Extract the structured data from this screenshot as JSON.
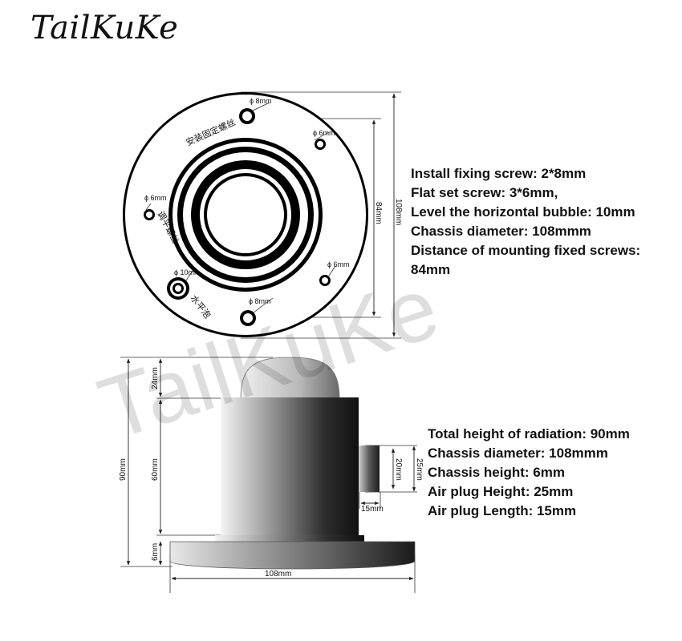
{
  "brand": "TailKuKe",
  "watermark": "TailKuKe",
  "top_view": {
    "labels": {
      "hole_top": "ϕ 8mm",
      "hole_top_right": "ϕ 6mm",
      "hole_left": "ϕ 6mm",
      "hole_bubble": "ϕ 10mm",
      "hole_right": "ϕ 6mm",
      "hole_bottom": "ϕ 8mm",
      "cn_fixing_screw": "安装固定螺丝",
      "cn_level_screw": "调平螺丝",
      "cn_bubble": "水平泡"
    },
    "dims": {
      "inner": "84mm",
      "outer": "108mm"
    }
  },
  "side_view": {
    "dims": {
      "total_height": "90mm",
      "body_height": "60mm",
      "dome_height": "24mm",
      "base_height": "6mm",
      "base_width": "108mm",
      "plug_height": "25mm",
      "plug_inner": "20mm",
      "plug_length": "15mm"
    }
  },
  "specs_top": [
    "Install fixing screw: 2*8mm",
    "Flat set screw: 3*6mm,",
    "Level the horizontal bubble: 10mm",
    "Chassis diameter: 108mmm",
    "Distance of mounting fixed screws: 84mm"
  ],
  "specs_bottom": [
    "Total height of radiation: 90mm",
    "Chassis diameter: 108mmm",
    "Chassis height: 6mm",
    "Air plug Height: 25mm",
    "Air plug Length: 15mm"
  ]
}
